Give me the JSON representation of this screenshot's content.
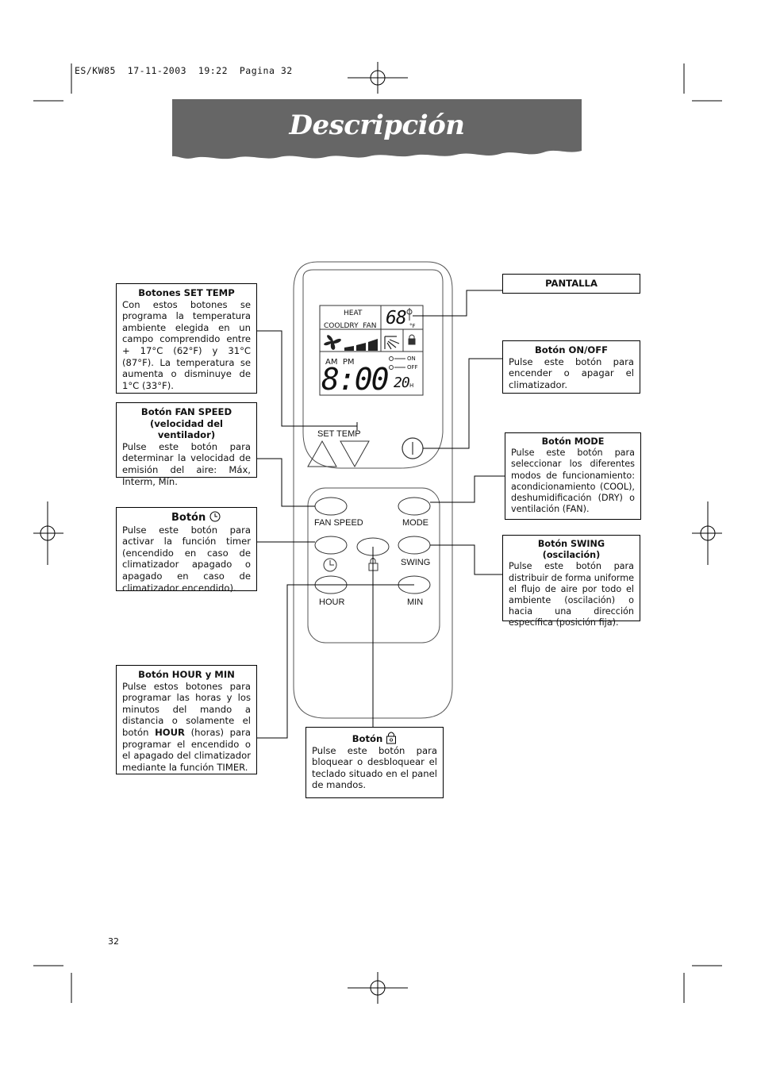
{
  "header": {
    "print_line": "ES/KW85  17-11-2003  19:22  Pagina 32"
  },
  "title": "Descripción",
  "banner_color": "#666666",
  "page_number": "32",
  "remote": {
    "display": {
      "heat": "HEAT",
      "cool_dry_fan": "COOLDRY  FAN",
      "temp_value": "68",
      "temp_unit": "°F",
      "am_pm": "AM  PM",
      "clock": "8:00",
      "timer_on": "ON",
      "timer_off": "OFF",
      "hours_value": "20",
      "hours_unit": "H"
    },
    "set_temp_label": "SET TEMP",
    "buttons": {
      "fan_speed": "FAN SPEED",
      "mode": "MODE",
      "swing": "SWING",
      "hour": "HOUR",
      "min": "MIN"
    }
  },
  "callouts": {
    "set_temp": {
      "title": "Botones SET TEMP",
      "text": "Con estos botones se programa la temperatura ambiente elegida en un campo comprendido entre + 17°C (62°F) y 31°C (87°F). La temperatura se aumenta o disminuye de 1°C (33°F)."
    },
    "fan_speed": {
      "title": "Botón FAN SPEED",
      "subtitle": "(velocidad del ventilador)",
      "text": "Pulse este botón para determinar la velocidad de emisión del aire: Máx, Interm, Mín."
    },
    "timer": {
      "title": "Botón",
      "text": "Pulse este botón para activar la función timer (encendido en caso de climatizador apagado o apagado en caso de climatizador encendido)."
    },
    "hour_min": {
      "title": "Botón HOUR y MIN",
      "text_before": "Pulse estos botones para programar las horas y los minutos del mando a distancia o solamente el botón ",
      "text_bold": "HOUR",
      "text_after": " (horas) para programar el encendido o el apagado del climatizador mediante la función TIMER."
    },
    "lock": {
      "title": "Botón",
      "text": "Pulse este botón para bloquear o desbloquear el teclado situado en el panel de mandos."
    },
    "pantalla": {
      "title": "PANTALLA"
    },
    "on_off": {
      "title": "Botón ON/OFF",
      "text": "Pulse este botón para encender o apagar el climatizador."
    },
    "mode": {
      "title": "Botón MODE",
      "text": "Pulse este botón para seleccionar los diferentes modos de funcionamiento: acondicionamiento (COOL), deshumidificación (DRY) o ventilación (FAN)."
    },
    "swing": {
      "title": "Botón SWING (oscilación)",
      "text": "Pulse este botón para distribuir de forma uniforme el flujo de aire por todo el ambiente (oscilación) o hacia una dirección específica (posición fija)."
    }
  }
}
